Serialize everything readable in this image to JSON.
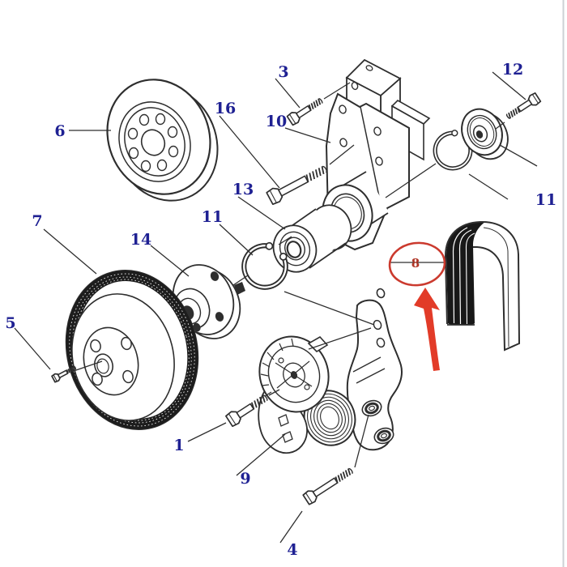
{
  "diagram": {
    "type": "exploded-parts-diagram",
    "callouts": [
      {
        "label": "6"
      },
      {
        "label": "7"
      },
      {
        "label": "5"
      },
      {
        "label": "14"
      },
      {
        "label": "11"
      },
      {
        "label": "13"
      },
      {
        "label": "16"
      },
      {
        "label": "10"
      },
      {
        "label": "3"
      },
      {
        "label": "12"
      },
      {
        "label": "11"
      },
      {
        "label": "1"
      },
      {
        "label": "9"
      },
      {
        "label": "4"
      },
      {
        "label": "8"
      }
    ],
    "highlight": {
      "part_label": "8",
      "marker": "red-ellipse",
      "pointer": "red-up-arrow"
    },
    "colors": {
      "callout_text": "#1f2193",
      "highlight_red": "#d23b2a",
      "line_art": "#2e2e2e",
      "background": "#ffffff"
    }
  }
}
